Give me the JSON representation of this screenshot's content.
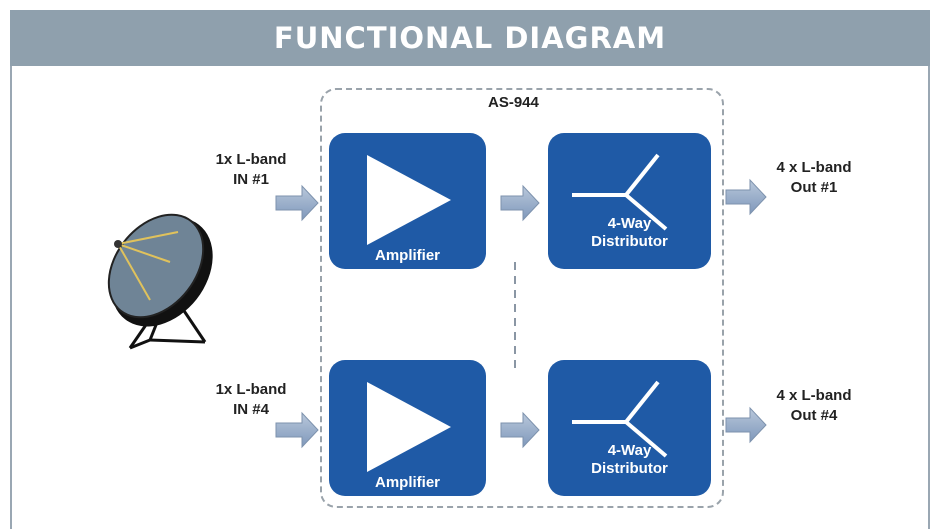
{
  "header": {
    "title": "FUNCTIONAL DIAGRAM"
  },
  "enclosure": {
    "label": "AS-944"
  },
  "inputs": [
    {
      "line1": "1x L-band",
      "line2": "IN #1"
    },
    {
      "line1": "1x L-band",
      "line2": "IN #4"
    }
  ],
  "outputs": [
    {
      "line1": "4 x L-band",
      "line2": "Out #1"
    },
    {
      "line1": "4 x L-band",
      "line2": "Out #4"
    }
  ],
  "blocks": {
    "amplifier_label": "Amplifier",
    "distributor_line1": "4-Way",
    "distributor_line2": "Distributor"
  },
  "colors": {
    "header_bg": "#8fa0ad",
    "block_bg": "#1f5aa6",
    "arrow_fill": "#8aa3c4",
    "dish": "#6f8496"
  },
  "icons": [
    "satellite-dish-icon",
    "amplifier-triangle-icon",
    "splitter-icon",
    "arrow-right-icon"
  ]
}
